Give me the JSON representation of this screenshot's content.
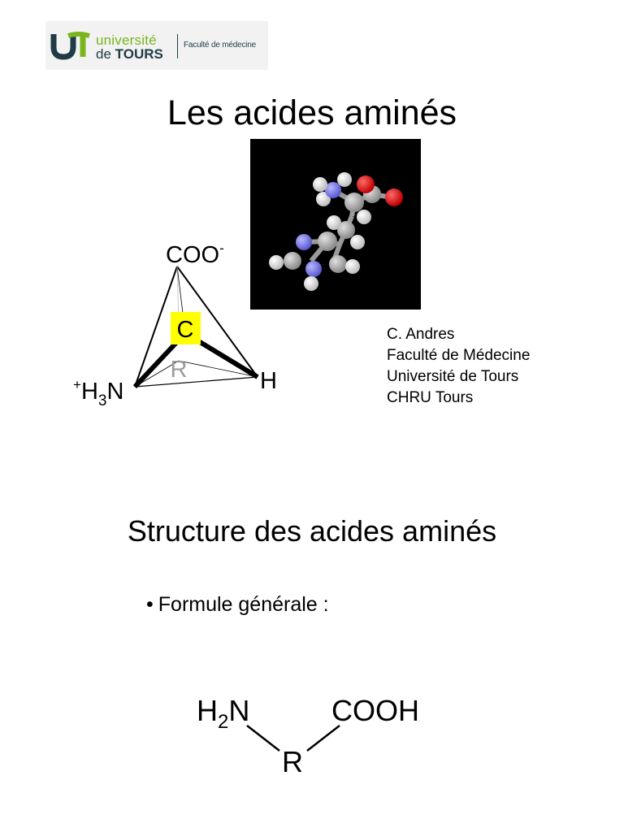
{
  "logo": {
    "university_line1": "université",
    "university_de": "de",
    "university_tours": "TOURS",
    "faculty": "Faculté de médecine",
    "colors": {
      "green": "#7ab51d",
      "navy": "#1f3b45"
    }
  },
  "title": "Les acides aminés",
  "tetrahedron": {
    "top_label": "COO",
    "top_sup": "-",
    "center_label": "C",
    "back_label": "R",
    "left_sup": "+",
    "left_h": "H",
    "left_sub": "3",
    "left_n": "N",
    "right_label": "H",
    "highlight_color": "#ffff00"
  },
  "author": {
    "lines": [
      "C. Andres",
      "Faculté de Médecine",
      "Université de Tours",
      "CHRU Tours"
    ]
  },
  "subtitle": "Structure des acides aminés",
  "bullet": {
    "symbol": "•",
    "text": "Formule générale :"
  },
  "formula": {
    "left_h": "H",
    "left_sub": "2",
    "left_n": "N",
    "right": "COOH",
    "bottom": "R"
  }
}
